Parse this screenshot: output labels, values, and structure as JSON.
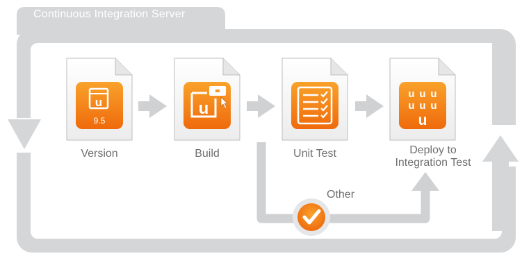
{
  "server": {
    "title": "Continuous Integration Server"
  },
  "steps": [
    {
      "label": "Version",
      "icon": "version-icon",
      "badge": "9.5"
    },
    {
      "label": "Build",
      "icon": "build-icon"
    },
    {
      "label": "Unit Test",
      "icon": "checklist-icon"
    },
    {
      "label": "Deploy to\nIntegration Test",
      "icon": "deploy-icon"
    }
  ],
  "branch": {
    "label": "Other",
    "icon": "check-circle-icon"
  },
  "colors": {
    "frame": "#d4d6d8",
    "tile_top": "#f9a22b",
    "tile_bottom": "#ef6a0c",
    "doc_fill": "#f4f4f4",
    "doc_stroke": "#bdbdbd",
    "text": "#6f6f6f"
  }
}
